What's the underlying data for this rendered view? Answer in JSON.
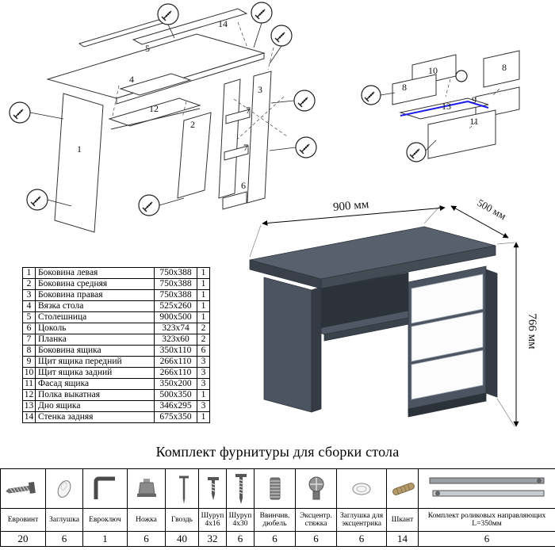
{
  "diagram_left": {
    "labels": {
      "p14": "14",
      "p5": "5",
      "p4": "4",
      "p1": "1",
      "p12": "12",
      "p2": "2",
      "p3": "3",
      "p7a": "7",
      "p7b": "7",
      "p6": "6"
    }
  },
  "diagram_right": {
    "labels": {
      "p10": "10",
      "p8a": "8",
      "p8b": "8",
      "p9": "9",
      "p13": "13",
      "p11": "11"
    },
    "accent_color": "#1a1aee"
  },
  "desk": {
    "dim_width": "900 мм",
    "dim_depth": "500 мм",
    "dim_height": "766 мм",
    "body_color": "#57606c",
    "drawer_color": "#fcfcfc"
  },
  "parts_table": {
    "rows": [
      {
        "num": "1",
        "name": "Боковина левая",
        "size": "750х388",
        "qty": "1"
      },
      {
        "num": "2",
        "name": "Боковина средняя",
        "size": "750х388",
        "qty": "1"
      },
      {
        "num": "3",
        "name": "Боковина правая",
        "size": "750х388",
        "qty": "1"
      },
      {
        "num": "4",
        "name": "Вязка стола",
        "size": "525х260",
        "qty": "1"
      },
      {
        "num": "5",
        "name": "Столешница",
        "size": "900х500",
        "qty": "1"
      },
      {
        "num": "6",
        "name": "Цоколь",
        "size": "323х74",
        "qty": "2"
      },
      {
        "num": "7",
        "name": "Планка",
        "size": "323х60",
        "qty": "2"
      },
      {
        "num": "8",
        "name": "Боковина ящика",
        "size": "350х110",
        "qty": "6"
      },
      {
        "num": "9",
        "name": "Щит ящика передний",
        "size": "266х110",
        "qty": "3"
      },
      {
        "num": "10",
        "name": "Щит ящика задний",
        "size": "266х110",
        "qty": "3"
      },
      {
        "num": "11",
        "name": "Фасад ящика",
        "size": "350х200",
        "qty": "3"
      },
      {
        "num": "12",
        "name": "Полка выкатная",
        "size": "500х350",
        "qty": "1"
      },
      {
        "num": "13",
        "name": "Дно ящика",
        "size": "346х295",
        "qty": "3"
      },
      {
        "num": "14",
        "name": "Стенка задняя",
        "size": "675х350",
        "qty": "1"
      }
    ]
  },
  "hardware": {
    "title": "Комплект фурнитуры для сборки стола",
    "items": [
      {
        "name": "Евровинт",
        "qty": "20",
        "icon": "euro-screw-icon"
      },
      {
        "name": "Заглушка",
        "qty": "6",
        "icon": "plug-cap-icon"
      },
      {
        "name": "Евроключ",
        "qty": "1",
        "icon": "hex-key-icon"
      },
      {
        "name": "Ножка",
        "qty": "6",
        "icon": "furniture-leg-icon"
      },
      {
        "name": "Гвоздь",
        "qty": "40",
        "icon": "nail-icon"
      },
      {
        "name": "Шуруп 4х16",
        "qty": "32",
        "icon": "screw-short-icon"
      },
      {
        "name": "Шуруп 4х30",
        "qty": "6",
        "icon": "screw-long-icon"
      },
      {
        "name": "Ввинчив. дюбель",
        "qty": "6",
        "icon": "threaded-dowel-icon"
      },
      {
        "name": "Эксцентр. стяжка",
        "qty": "6",
        "icon": "cam-lock-icon"
      },
      {
        "name": "Заглушка для эксцентрика",
        "qty": "6",
        "icon": "cam-cap-icon"
      },
      {
        "name": "Шкант",
        "qty": "14",
        "icon": "wood-dowel-icon"
      },
      {
        "name": "Комплект роликовых направляющих L=350мм",
        "qty": "6",
        "icon": "drawer-slides-icon"
      }
    ]
  }
}
